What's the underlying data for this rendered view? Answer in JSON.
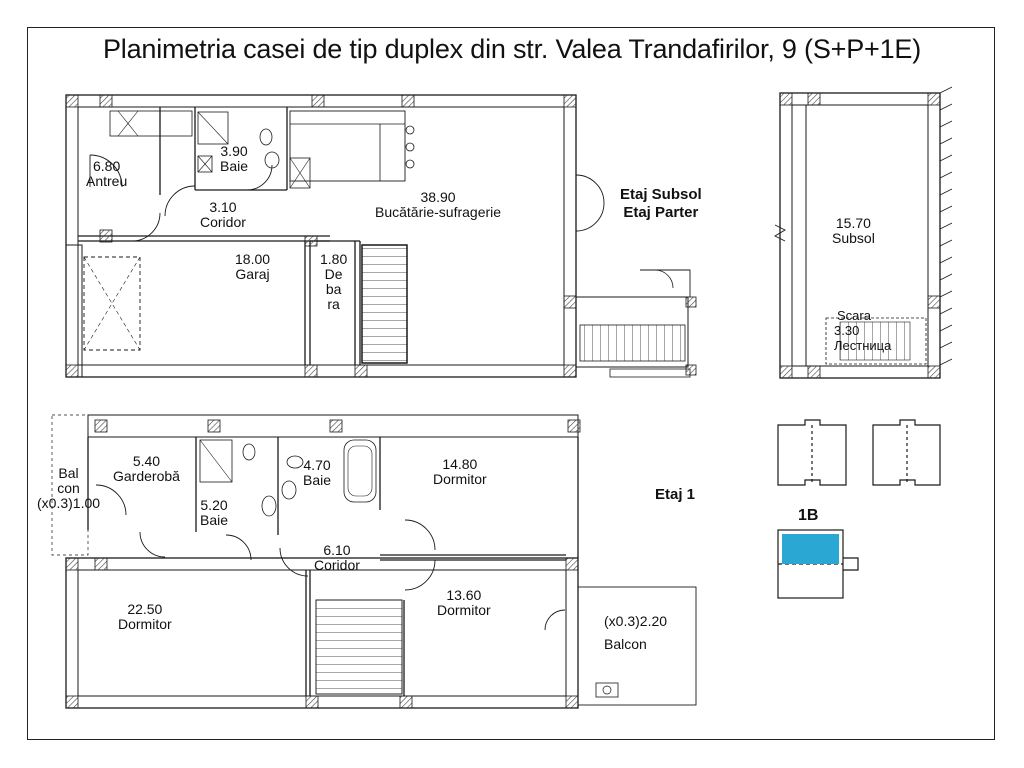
{
  "title": "Planimetria casei de tip duplex din str. Valea Trandafirilor, 9 (S+P+1E)",
  "level_headers": {
    "ground": [
      "Etaj Subsol",
      "Etaj Parter"
    ],
    "first": "Etaj 1"
  },
  "ground_rooms": {
    "antreu": {
      "area": "6.80",
      "name": "Antreu"
    },
    "baie": {
      "area": "3.90",
      "name": "Baie"
    },
    "coridor": {
      "area": "3.10",
      "name": "Coridor"
    },
    "bucatarie": {
      "area": "38.90",
      "name": "Bucătărie-sufragerie"
    },
    "garaj": {
      "area": "18.00",
      "name": "Garaj"
    },
    "debara": {
      "area": "1.80",
      "name_lines": [
        "De",
        "ba",
        "ra"
      ]
    }
  },
  "basement_rooms": {
    "subsol": {
      "area": "15.70",
      "name": "Subsol"
    },
    "scara": {
      "name": "Scara",
      "area": "3.30",
      "name_ru": "Лестница"
    }
  },
  "first_rooms": {
    "garderoba": {
      "area": "5.40",
      "name": "Garderobă"
    },
    "balcon_left": {
      "name_lines": [
        "Bal",
        "con"
      ],
      "area": "(x0.3)1.00"
    },
    "baie_mid": {
      "area": "5.20",
      "name": "Baie"
    },
    "baie_right": {
      "area": "4.70",
      "name": "Baie"
    },
    "dormitor_ne": {
      "area": "14.80",
      "name": "Dormitor"
    },
    "coridor": {
      "area": "6.10",
      "name": "Coridor"
    },
    "dormitor_se": {
      "area": "13.60",
      "name": "Dormitor"
    },
    "dormitor_w": {
      "area": "22.50",
      "name": "Dormitor"
    },
    "balcon_right": {
      "area": "(x0.3)2.20",
      "name": "Balcon"
    }
  },
  "key_plan": {
    "unit_label": "1B",
    "highlight_color": "#2ba7d4"
  },
  "colors": {
    "line": "#1a1a1a",
    "hatch": "#555555"
  }
}
